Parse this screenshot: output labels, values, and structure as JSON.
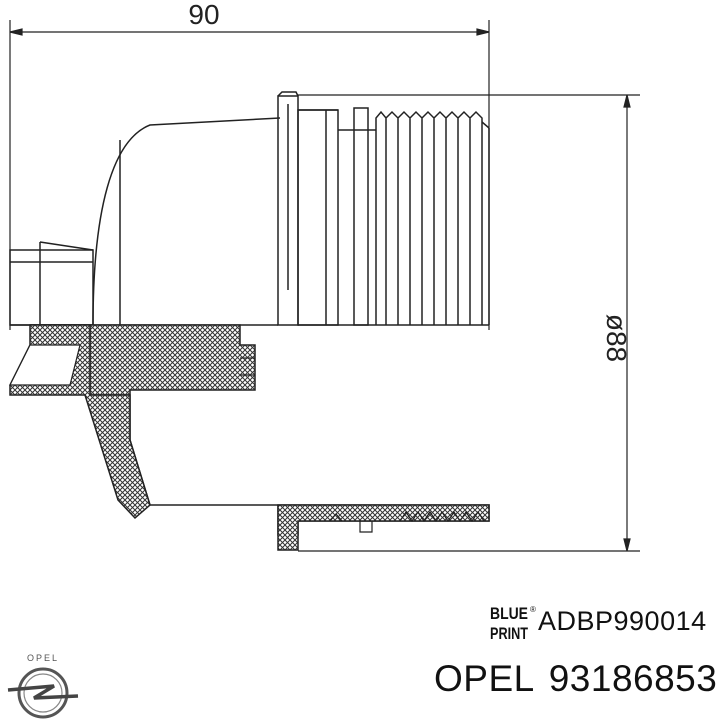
{
  "dimensions": {
    "overall_length": "90",
    "diameter": "ø88"
  },
  "labels": {
    "brand_line1": "BLUE",
    "brand_line2": "PRINT",
    "part_number": "ADBP990014",
    "oem_maker": "OPEL",
    "oem_number": "93186853",
    "opel_logo_text": "OPEL"
  },
  "colors": {
    "line": "#222222",
    "hatch": "#333333"
  },
  "icons": {
    "brand_logo": "blueprint-logo-icon",
    "maker_logo": "opel-logo-icon"
  }
}
